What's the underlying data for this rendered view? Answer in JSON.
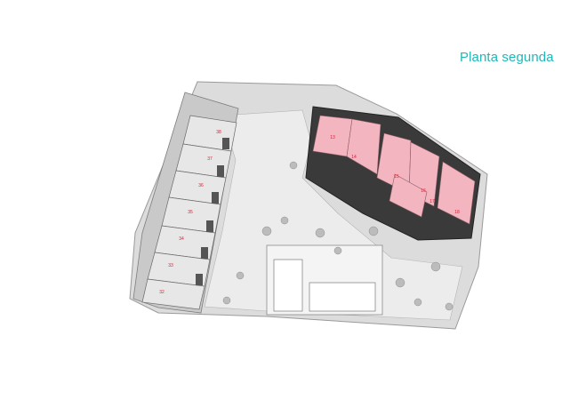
{
  "plan": {
    "title": "Planta segunda",
    "accent_color": "#1fb8b8",
    "highlight_color": "#f3b5c0",
    "unit_number_color": "#d2233a",
    "townhouse_units": [
      "38",
      "37",
      "36",
      "35",
      "34",
      "33",
      "32"
    ],
    "apartment_units": [
      "13",
      "14",
      "15",
      "16",
      "17",
      "18"
    ]
  }
}
